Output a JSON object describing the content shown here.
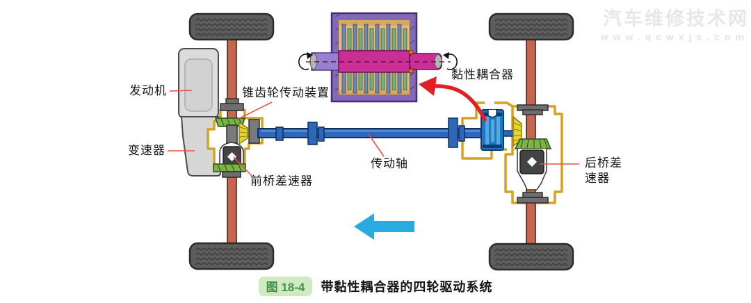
{
  "figure": {
    "labels": {
      "engine": "发动机",
      "gearbox": "变速器",
      "bevel_gear_drive": "锥齿轮传动装置",
      "front_differential": "前桥差速器",
      "drive_shaft": "传动轴",
      "viscous_coupling": "黏性耦合器",
      "rear_differential_line1": "后桥差",
      "rear_differential_line2": "速器"
    },
    "caption": {
      "badge": "图 18-4",
      "title": "带黏性耦合器的四轮驱动系统"
    },
    "watermark": {
      "site_name": "汽车维修技术网",
      "site_url": "www.qcwxjs.com"
    },
    "colors": {
      "axle_red": "#c5674e",
      "shaft_blue": "#2e67b5",
      "housing_gold": "#d9a11f",
      "gear_green": "#7cb342",
      "bevel_yellow": "#e3d52c",
      "coupling_blue": "#1e78c8",
      "inset_housing_purple": "#8468b8",
      "inset_hub_magenta": "#ca2f96",
      "callout_red": "#e31e24",
      "leader_red": "#e8504a",
      "direction_arrow_cyan": "#29abe2",
      "caption_badge_bg": "#cfe9c5",
      "caption_badge_text": "#3f9144",
      "tire_gray": "#5d5d5d",
      "watermark_gray": "#e7e7e7"
    }
  }
}
